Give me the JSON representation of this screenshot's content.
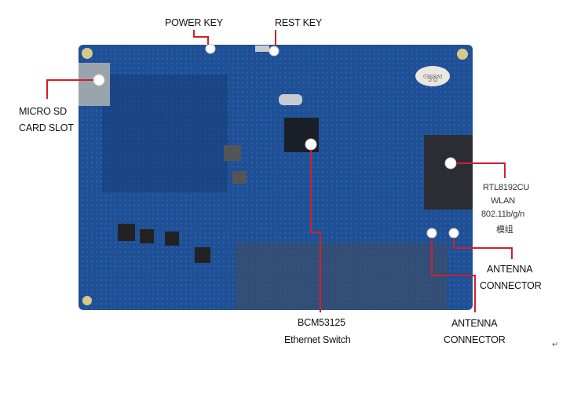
{
  "labels": {
    "power_key": "POWER KEY",
    "rest_key": "REST KEY",
    "micro_sd": [
      "MICRO SD",
      "CARD SLOT"
    ],
    "bcm": [
      "BCM53125",
      "Ethernet Switch"
    ],
    "rtl": [
      "RTL8192CU",
      "WLAN",
      "802.11b/g/n",
      "模组"
    ],
    "antenna_right": [
      "ANTENNA",
      "CONNECTOR"
    ],
    "antenna_bottom": [
      "ANTENNA",
      "CONNECTOR"
    ],
    "qc_stamp": [
      "Q.C",
      "PASSED"
    ],
    "return_mark": "↵"
  },
  "colors": {
    "board": "#1f4f95",
    "leader": "#d0202a"
  }
}
